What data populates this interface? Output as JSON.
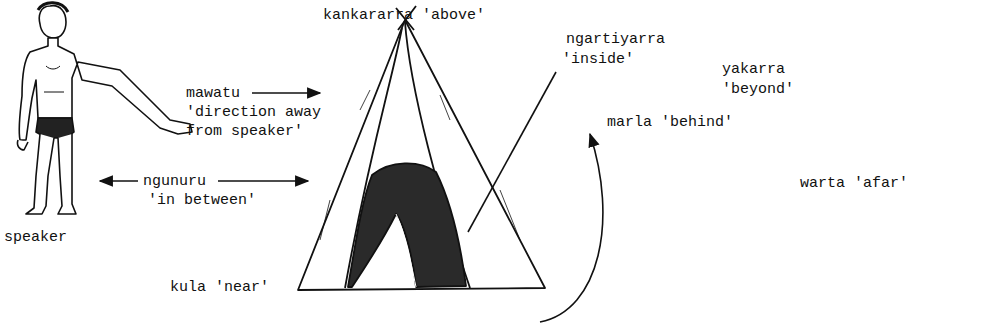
{
  "diagram": {
    "labels": [
      "kankararra 'above'",
      "mawatu",
      "'direction away from speaker'",
      "ngunuru",
      "'in between'",
      "ngartiyarra",
      "'inside'",
      "yakarra",
      "'beyond'",
      "marla 'behind'",
      "warta 'afar'",
      "speaker",
      "kula 'near'"
    ]
  }
}
